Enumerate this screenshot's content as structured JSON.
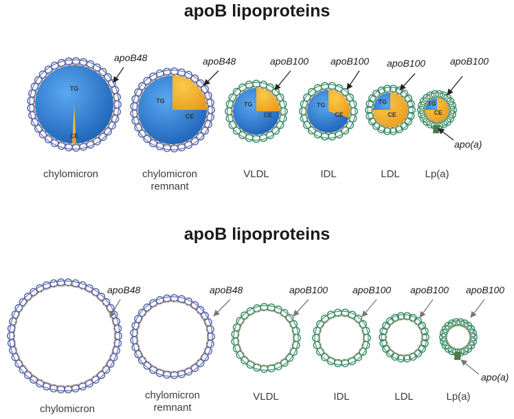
{
  "panels": [
    {
      "title": "apoB lipoproteins",
      "filled": true,
      "particles": [
        {
          "name_lines": [
            "chylomicron"
          ],
          "apo": "apoB48",
          "shell": "blue",
          "ce_fraction": 0.02,
          "core_labels": {
            "tg": "TG",
            "ce": "CE"
          }
        },
        {
          "name_lines": [
            "chylomicron",
            "remnant"
          ],
          "apo": "apoB48",
          "shell": "blue",
          "ce_fraction": 0.25,
          "core_labels": {
            "tg": "TG",
            "ce": "CE"
          }
        },
        {
          "name_lines": [
            "VLDL"
          ],
          "apo": "apoB100",
          "shell": "green",
          "ce_fraction": 0.25,
          "core_labels": {
            "tg": "TG",
            "ce": "CE"
          }
        },
        {
          "name_lines": [
            "IDL"
          ],
          "apo": "apoB100",
          "shell": "green",
          "ce_fraction": 0.3,
          "core_labels": {
            "tg": "TG",
            "ce": "CE"
          }
        },
        {
          "name_lines": [
            "LDL"
          ],
          "apo": "apoB100",
          "shell": "green",
          "ce_fraction": 0.75,
          "core_labels": {
            "tg": "TG",
            "ce": "CE"
          }
        },
        {
          "name_lines": [
            "Lp(a)"
          ],
          "apo": "apoB100",
          "shell": "green",
          "ce_fraction": 0.75,
          "core_labels": {
            "tg": "TG",
            "ce": "CE"
          },
          "extra_apo": "apo(a)"
        }
      ]
    },
    {
      "title": "apoB lipoproteins",
      "filled": false,
      "particles": [
        {
          "name_lines": [
            "chylomicron"
          ],
          "apo": "apoB48",
          "shell": "blue"
        },
        {
          "name_lines": [
            "chylomicron",
            "remnant"
          ],
          "apo": "apoB48",
          "shell": "blue"
        },
        {
          "name_lines": [
            "VLDL"
          ],
          "apo": "apoB100",
          "shell": "green"
        },
        {
          "name_lines": [
            "IDL"
          ],
          "apo": "apoB100",
          "shell": "green"
        },
        {
          "name_lines": [
            "LDL"
          ],
          "apo": "apoB100",
          "shell": "green"
        },
        {
          "name_lines": [
            "Lp(a)"
          ],
          "apo": "apoB100",
          "shell": "green",
          "extra_apo": "apo(a)"
        }
      ]
    }
  ],
  "colors": {
    "shell_blue": "#5b69a8",
    "shell_green": "#3f8e6a",
    "tg_blue": "#2f7fd6",
    "ce_orange": "#f4ad27",
    "dots": "#c9a47a",
    "arrow_dark": "#222222",
    "arrow_grey": "#777777"
  }
}
